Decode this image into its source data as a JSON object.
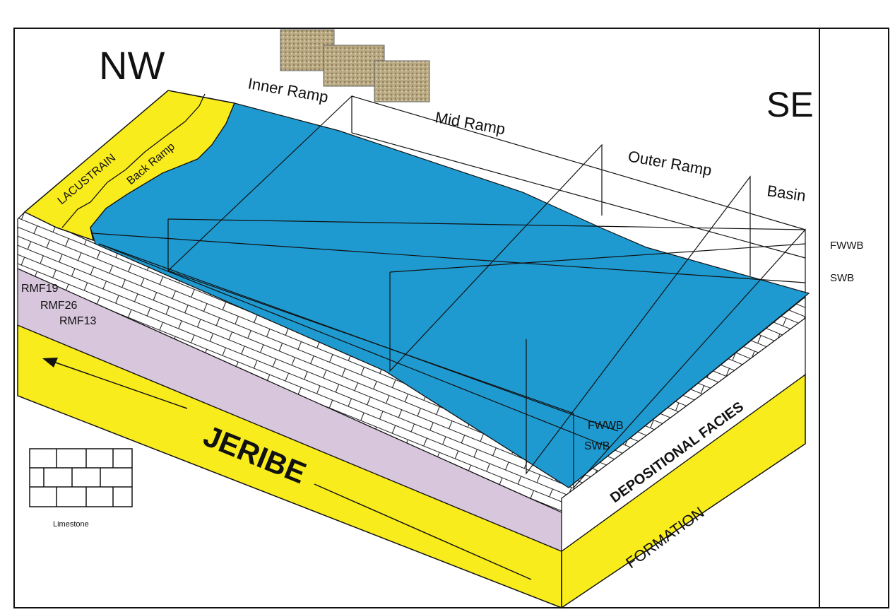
{
  "directions": {
    "left": "NW",
    "right": "SE"
  },
  "zones": {
    "inner_ramp": "Inner Ramp",
    "mid_ramp": "Mid Ramp",
    "outer_ramp": "Outer Ramp",
    "basin": "Basin"
  },
  "facies_belts": {
    "lacustrain": "LACUSTRAIN",
    "back_ramp": "Back Ramp"
  },
  "right_panel": {
    "fwwb": "FWWB",
    "swb": "SWB"
  },
  "front_labels": {
    "fwwb": "FWWB",
    "swb": "SWB"
  },
  "microfacies": [
    "RMF19",
    "RMF26",
    "RMF13"
  ],
  "formation": {
    "name": "JERIBE",
    "side_label_1": "DEPOSITIONAL FACIES",
    "side_label_2": "FORMATION"
  },
  "legend": {
    "label": "Limestone"
  },
  "colors": {
    "water": "#1e9ad0",
    "yellow": "#f9ec1c",
    "lavender": "#d7c6dc",
    "limestone": "#ffffff",
    "lines": "#111111"
  }
}
